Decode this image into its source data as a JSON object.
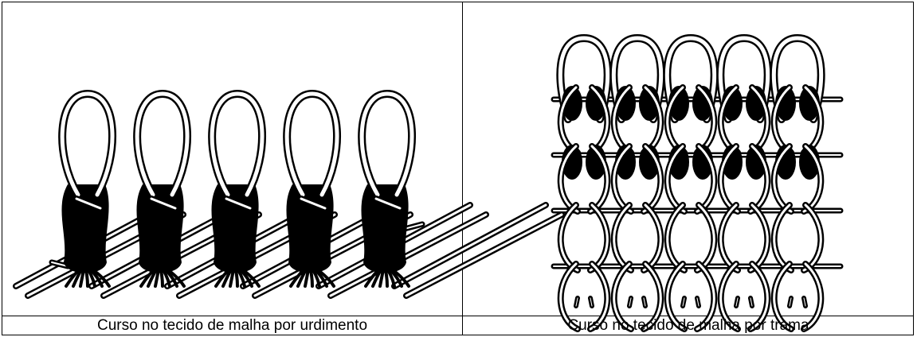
{
  "captions": {
    "warp": "Curso no tecido de malha por urdimento",
    "weft": "Curso no tecido de malha por trama"
  },
  "colors": {
    "ink": "#000000",
    "paper": "#ffffff"
  },
  "warp_knit": {
    "loop_count": 5
  },
  "weft_knit": {
    "columns": 5,
    "rows": 4
  }
}
